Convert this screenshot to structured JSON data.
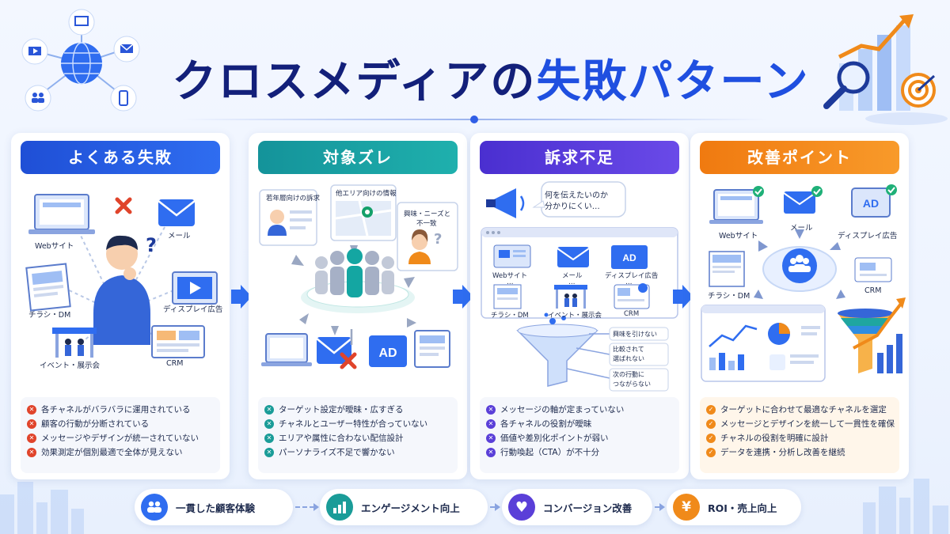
{
  "title": {
    "part1": "クロスメディアの",
    "part2": "失敗パターン"
  },
  "colors": {
    "navy": "#13207a",
    "blue": "#1f4fe0",
    "teal": "#14939a",
    "purple": "#4a2fd0",
    "orange": "#f07a10",
    "red": "#e0442b"
  },
  "panels": [
    {
      "heading": "よくある失敗",
      "labels": {
        "web": "Webサイト",
        "mail": "メール",
        "flyer": "チラシ・DM",
        "display": "ディスプレイ広告",
        "event": "イベント・展示会",
        "crm": "CRM"
      },
      "items": [
        "各チャネルがバラバラに運用されている",
        "顧客の行動が分断されている",
        "メッセージやデザインが統一されていない",
        "効果測定が個別最適で全体が見えない"
      ]
    },
    {
      "heading": "対象ズレ",
      "labels": {
        "young": "若年層向けの訴求",
        "area": "他エリア向けの情報",
        "interest_1": "興味・ニーズと",
        "interest_2": "不一致"
      },
      "items": [
        "ターゲット設定が曖昧・広すぎる",
        "チャネルとユーザー特性が合っていない",
        "エリアや属性に合わない配信設計",
        "パーソナライズ不足で響かない"
      ]
    },
    {
      "heading": "訴求不足",
      "labels": {
        "bubble_1": "何を伝えたいのか",
        "bubble_2": "分かりにくい…",
        "web": "Webサイト",
        "mail": "メール",
        "display": "ディスプレイ広告",
        "flyer": "チラシ・DM",
        "event": "イベント・展示会",
        "crm": "CRM",
        "dots": "…",
        "funnel_1": "興味を引けない",
        "funnel_2a": "比較されて",
        "funnel_2b": "選ばれない",
        "funnel_3a": "次の行動に",
        "funnel_3b": "つながらない"
      },
      "items": [
        "メッセージの軸が定まっていない",
        "各チャネルの役割が曖昧",
        "価値や差別化ポイントが弱い",
        "行動喚起（CTA）が不十分"
      ]
    },
    {
      "heading": "改善ポイント",
      "labels": {
        "web": "Webサイト",
        "mail": "メール",
        "display": "ディスプレイ広告",
        "flyer": "チラシ・DM",
        "crm": "CRM"
      },
      "items": [
        "ターゲットに合わせて最適なチャネルを選定",
        "メッセージとデザインを統一して一貫性を確保",
        "チャネルの役割を明確に設計",
        "データを連携・分析し改善を継続"
      ]
    }
  ],
  "bottom": [
    {
      "label": "一貫した顧客体験",
      "icon": "users-icon"
    },
    {
      "label": "エンゲージメント向上",
      "icon": "bar-chart-icon"
    },
    {
      "label": "コンバージョン改善",
      "icon": "heart-icon"
    },
    {
      "label": "ROI・売上向上",
      "icon": "yen-icon",
      "glyph": "¥"
    }
  ],
  "icon_text": {
    "ad": "AD"
  }
}
